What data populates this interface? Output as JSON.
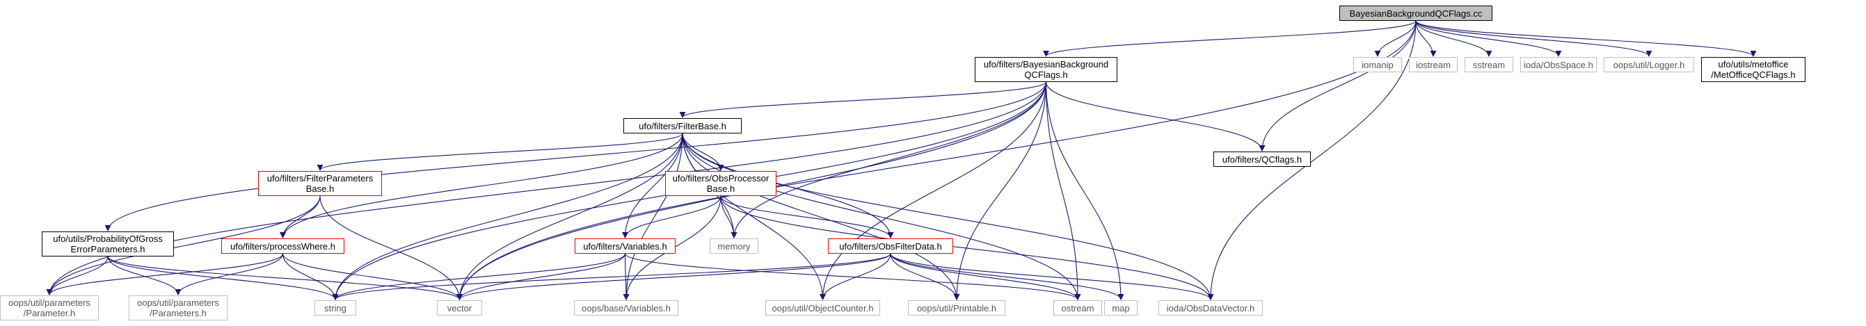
{
  "graph": {
    "edge_color": "#191970",
    "nodes": [
      {
        "id": "root",
        "lines": [
          "BayesianBackgroundQCFlags.cc"
        ],
        "style": "root"
      },
      {
        "id": "bbqc_h",
        "lines": [
          "ufo/filters/BayesianBackground",
          "QCFlags.h"
        ],
        "style": "black"
      },
      {
        "id": "iomanip",
        "lines": [
          "iomanip"
        ],
        "style": "gray"
      },
      {
        "id": "iostream",
        "lines": [
          "iostream"
        ],
        "style": "gray"
      },
      {
        "id": "sstream",
        "lines": [
          "sstream"
        ],
        "style": "gray"
      },
      {
        "id": "obsspace",
        "lines": [
          "ioda/ObsSpace.h"
        ],
        "style": "gray"
      },
      {
        "id": "logger",
        "lines": [
          "oops/util/Logger.h"
        ],
        "style": "gray"
      },
      {
        "id": "metoffice",
        "lines": [
          "ufo/utils/metoffice",
          "/MetOfficeQCFlags.h"
        ],
        "style": "black"
      },
      {
        "id": "filterbase",
        "lines": [
          "ufo/filters/FilterBase.h"
        ],
        "style": "black"
      },
      {
        "id": "qcflags",
        "lines": [
          "ufo/filters/QCflags.h"
        ],
        "style": "black"
      },
      {
        "id": "filterparams",
        "lines": [
          "ufo/filters/FilterParameters",
          "Base.h"
        ],
        "style": "red"
      },
      {
        "id": "obsproc",
        "lines": [
          "ufo/filters/ObsProcessor",
          "Base.h"
        ],
        "style": "red"
      },
      {
        "id": "probgross",
        "lines": [
          "ufo/utils/ProbabilityOfGross",
          "ErrorParameters.h"
        ],
        "style": "black"
      },
      {
        "id": "processwhere",
        "lines": [
          "ufo/filters/processWhere.h"
        ],
        "style": "red"
      },
      {
        "id": "variables",
        "lines": [
          "ufo/filters/Variables.h"
        ],
        "style": "red"
      },
      {
        "id": "memory",
        "lines": [
          "memory"
        ],
        "style": "gray"
      },
      {
        "id": "obsfilterdata",
        "lines": [
          "ufo/filters/ObsFilterData.h"
        ],
        "style": "red"
      },
      {
        "id": "parameter",
        "lines": [
          "oops/util/parameters",
          "/Parameter.h"
        ],
        "style": "gray"
      },
      {
        "id": "parameters",
        "lines": [
          "oops/util/parameters",
          "/Parameters.h"
        ],
        "style": "gray"
      },
      {
        "id": "string",
        "lines": [
          "string"
        ],
        "style": "gray"
      },
      {
        "id": "vector",
        "lines": [
          "vector"
        ],
        "style": "gray"
      },
      {
        "id": "basevariables",
        "lines": [
          "oops/base/Variables.h"
        ],
        "style": "gray"
      },
      {
        "id": "objectcounter",
        "lines": [
          "oops/util/ObjectCounter.h"
        ],
        "style": "gray"
      },
      {
        "id": "printable",
        "lines": [
          "oops/util/Printable.h"
        ],
        "style": "gray"
      },
      {
        "id": "ostream",
        "lines": [
          "ostream"
        ],
        "style": "gray"
      },
      {
        "id": "map",
        "lines": [
          "map"
        ],
        "style": "gray"
      },
      {
        "id": "obsdatavector",
        "lines": [
          "ioda/ObsDataVector.h"
        ],
        "style": "gray"
      }
    ],
    "edges": [
      [
        "root",
        "bbqc_h"
      ],
      [
        "root",
        "iomanip"
      ],
      [
        "root",
        "iostream"
      ],
      [
        "root",
        "sstream"
      ],
      [
        "root",
        "obsspace"
      ],
      [
        "root",
        "logger"
      ],
      [
        "root",
        "metoffice"
      ],
      [
        "root",
        "qcflags"
      ],
      [
        "root",
        "vector"
      ],
      [
        "root",
        "obsdatavector"
      ],
      [
        "bbqc_h",
        "filterbase"
      ],
      [
        "bbqc_h",
        "qcflags"
      ],
      [
        "bbqc_h",
        "probgross"
      ],
      [
        "bbqc_h",
        "parameter"
      ],
      [
        "bbqc_h",
        "memory"
      ],
      [
        "bbqc_h",
        "vector"
      ],
      [
        "bbqc_h",
        "string"
      ],
      [
        "bbqc_h",
        "objectcounter"
      ],
      [
        "bbqc_h",
        "printable"
      ],
      [
        "bbqc_h",
        "ostream"
      ],
      [
        "bbqc_h",
        "map"
      ],
      [
        "filterbase",
        "filterparams"
      ],
      [
        "filterbase",
        "obsproc"
      ],
      [
        "filterbase",
        "processwhere"
      ],
      [
        "filterbase",
        "variables"
      ],
      [
        "filterbase",
        "memory"
      ],
      [
        "filterbase",
        "obsfilterdata"
      ],
      [
        "filterbase",
        "string"
      ],
      [
        "filterbase",
        "vector"
      ],
      [
        "filterbase",
        "basevariables"
      ],
      [
        "filterbase",
        "objectcounter"
      ],
      [
        "filterbase",
        "printable"
      ],
      [
        "filterbase",
        "ostream"
      ],
      [
        "filterbase",
        "obsdatavector"
      ],
      [
        "filterparams",
        "processwhere"
      ],
      [
        "filterparams",
        "parameter"
      ],
      [
        "filterparams",
        "vector"
      ],
      [
        "obsproc",
        "variables"
      ],
      [
        "obsproc",
        "memory"
      ],
      [
        "obsproc",
        "obsfilterdata"
      ],
      [
        "obsproc",
        "basevariables"
      ],
      [
        "obsproc",
        "obsdatavector"
      ],
      [
        "probgross",
        "parameter"
      ],
      [
        "probgross",
        "parameters"
      ],
      [
        "probgross",
        "string"
      ],
      [
        "probgross",
        "vector"
      ],
      [
        "processwhere",
        "parameter"
      ],
      [
        "processwhere",
        "parameters"
      ],
      [
        "processwhere",
        "string"
      ],
      [
        "processwhere",
        "vector"
      ],
      [
        "variables",
        "string"
      ],
      [
        "variables",
        "vector"
      ],
      [
        "variables",
        "basevariables"
      ],
      [
        "variables",
        "ostream"
      ],
      [
        "obsfilterdata",
        "string"
      ],
      [
        "obsfilterdata",
        "vector"
      ],
      [
        "obsfilterdata",
        "objectcounter"
      ],
      [
        "obsfilterdata",
        "printable"
      ],
      [
        "obsfilterdata",
        "ostream"
      ],
      [
        "obsfilterdata",
        "map"
      ],
      [
        "obsfilterdata",
        "obsdatavector"
      ]
    ]
  }
}
